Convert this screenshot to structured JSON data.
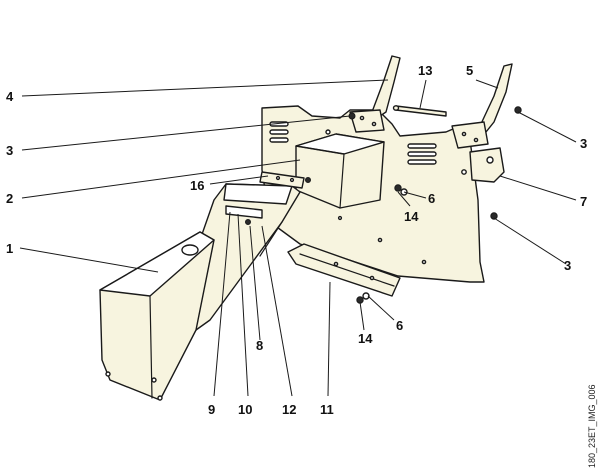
{
  "callouts": [
    "4",
    "13",
    "5",
    "3",
    "3",
    "2",
    "16",
    "6",
    "14",
    "7",
    "1",
    "3",
    "8",
    "14",
    "6",
    "9",
    "10",
    "12",
    "11"
  ],
  "image_ref": "180_23ET_IMG_006",
  "colors": {
    "paper": "#ffffff",
    "part_fill": "#f7f4df",
    "ink": "#1a1a1a"
  }
}
